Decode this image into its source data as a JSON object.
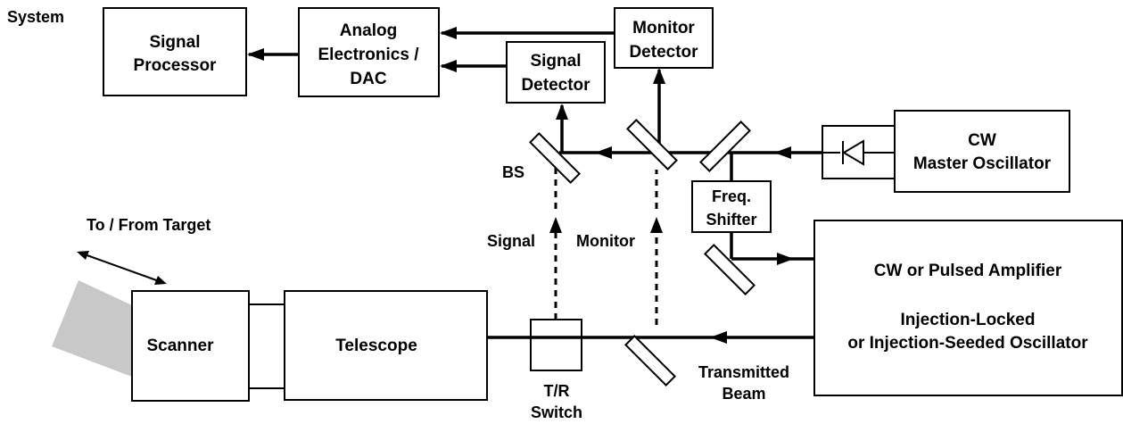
{
  "title_fragment": "System",
  "boxes": {
    "signal_processor": [
      "Signal",
      "Processor"
    ],
    "analog_electronics": [
      "Analog",
      "Electronics /",
      "DAC"
    ],
    "signal_detector": [
      "Signal",
      "Detector"
    ],
    "monitor_detector": [
      "Monitor",
      "Detector"
    ],
    "master_oscillator": [
      "CW",
      "Master Oscillator"
    ],
    "freq_shifter": [
      "Freq.",
      "Shifter"
    ],
    "amplifier": [
      "CW or Pulsed Amplifier",
      "",
      "Injection-Locked",
      "or Injection-Seeded Oscillator"
    ],
    "scanner": "Scanner",
    "telescope": "Telescope"
  },
  "labels": {
    "bs": "BS",
    "signal": "Signal",
    "monitor": "Monitor",
    "to_from_target": "To / From Target",
    "tr_switch": [
      "T/R",
      "Switch"
    ],
    "transmitted_beam": [
      "Transmitted",
      "Beam"
    ]
  },
  "colors": {
    "line": "#000000",
    "target_shade": "#c8c8c8",
    "background": "#ffffff"
  }
}
